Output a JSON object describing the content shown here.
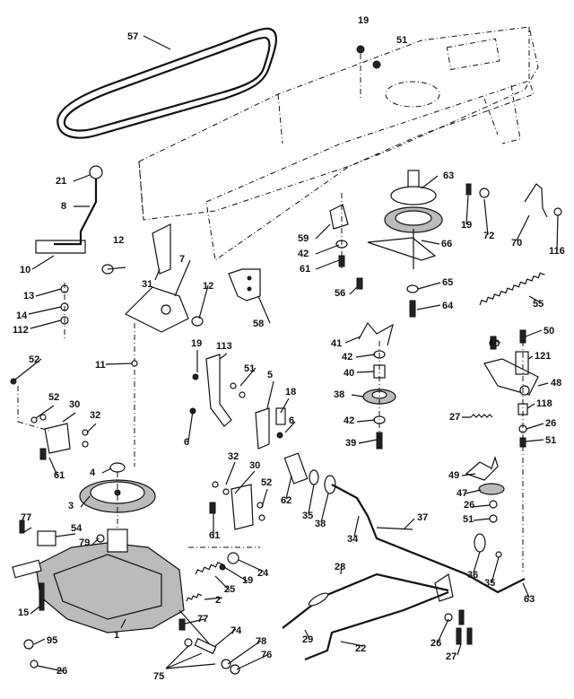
{
  "labels": [
    "19",
    "51",
    "57",
    "63",
    "21",
    "8",
    "12",
    "10",
    "31",
    "7",
    "12",
    "13",
    "14",
    "112",
    "59",
    "42",
    "61",
    "56",
    "66",
    "19",
    "72",
    "70",
    "116",
    "55",
    "65",
    "64",
    "58",
    "41",
    "42",
    "40",
    "38",
    "42",
    "39",
    "50",
    "60",
    "121",
    "48",
    "27",
    "118",
    "26",
    "51",
    "52",
    "11",
    "19",
    "113",
    "51",
    "5",
    "18",
    "6",
    "6",
    "52",
    "30",
    "32",
    "61",
    "4",
    "3",
    "32",
    "30",
    "52",
    "61",
    "62",
    "35",
    "38",
    "37",
    "34",
    "49",
    "47",
    "26",
    "51",
    "77",
    "54",
    "79",
    "24",
    "19",
    "25",
    "2",
    "28",
    "36",
    "35",
    "63",
    "77",
    "15",
    "1",
    "95",
    "26",
    "74",
    "78",
    "76",
    "75",
    "29",
    "22",
    "26",
    "27"
  ]
}
